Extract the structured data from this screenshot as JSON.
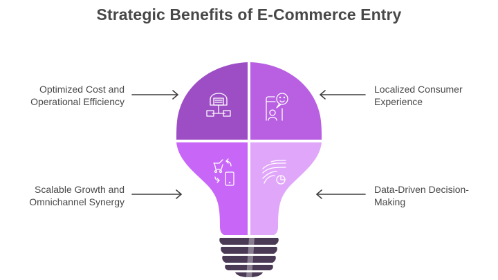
{
  "title": "Strategic Benefits of E-Commerce Entry",
  "colors": {
    "top_left": "#9d4ec5",
    "top_right": "#b85fe2",
    "bottom_left": "#c866f7",
    "bottom_right": "#e0a6fa",
    "base": "#4b3a55",
    "text": "#484848",
    "arrow": "#3d3d3d"
  },
  "benefits": [
    {
      "position": "top-left",
      "line1": "Optimized Cost and",
      "line2": "Operational Efficiency",
      "icon": "warehouse-network-icon"
    },
    {
      "position": "top-right",
      "line1": "Localized Consumer",
      "line2": "Experience",
      "icon": "mobile-chat-user-icon"
    },
    {
      "position": "bottom-left",
      "line1": "Scalable Growth and",
      "line2": "Omnichannel Synergy",
      "icon": "cart-mobile-sync-icon"
    },
    {
      "position": "bottom-right",
      "line1": "Data-Driven Decision-",
      "line2": "Making",
      "icon": "data-flow-chart-icon"
    }
  ]
}
